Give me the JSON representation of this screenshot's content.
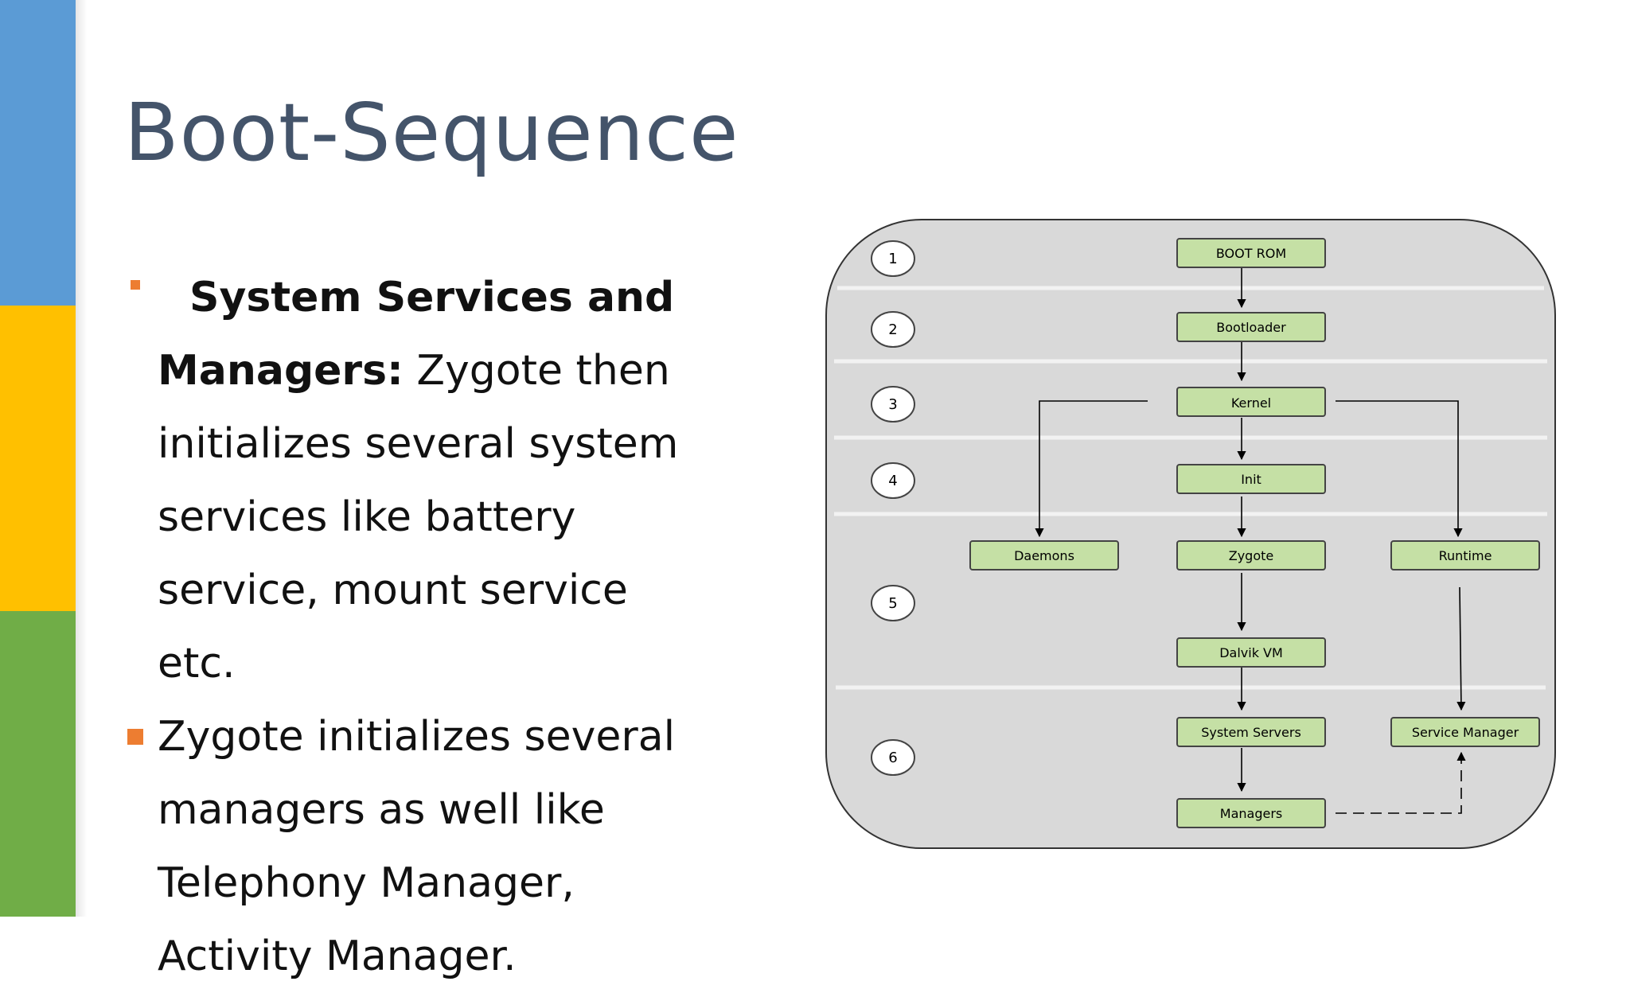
{
  "slide": {
    "title": "Boot-Sequence",
    "bullets": [
      {
        "bold_part1": "System Services and",
        "bold_part2": "Managers:",
        "text": " Zygote then initializes several system services like battery service, mount service etc."
      },
      {
        "text": "Zygote initializes several managers as well like Telephony Manager, Activity Manager."
      }
    ],
    "colors": {
      "title": "#44546a",
      "bullet_marker": "#ed7d31",
      "stripe_blue": "#5b9bd5",
      "stripe_gold": "#ffc000",
      "stripe_green": "#70ad47",
      "diagram_background": "#d9d9d9",
      "node_fill": "#c5e0a5"
    }
  },
  "diagram": {
    "stages": [
      "1",
      "2",
      "3",
      "4",
      "5",
      "6"
    ],
    "nodes": {
      "boot_rom": "BOOT ROM",
      "bootloader": "Bootloader",
      "kernel": "Kernel",
      "init": "Init",
      "daemons": "Daemons",
      "zygote": "Zygote",
      "runtime": "Runtime",
      "dalvik_vm": "Dalvik VM",
      "system_servers": "System Servers",
      "service_manager": "Service Manager",
      "managers": "Managers"
    }
  }
}
